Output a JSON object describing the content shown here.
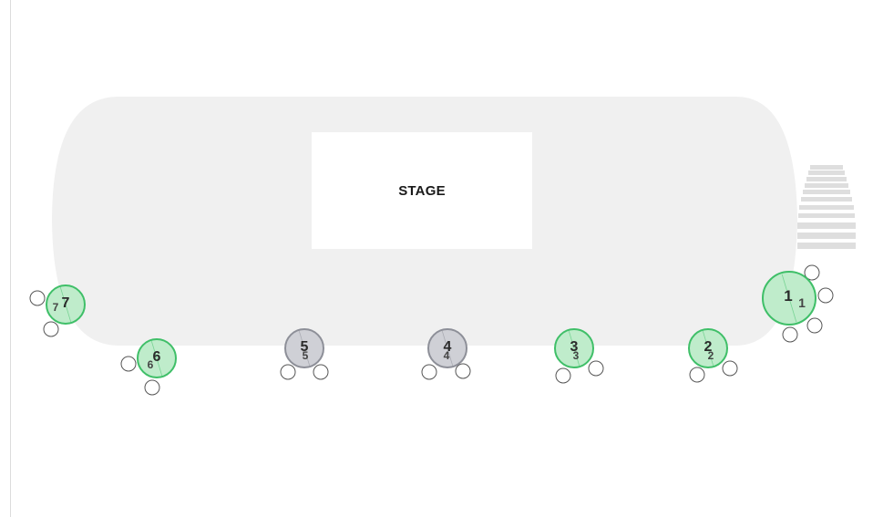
{
  "venue": {
    "stage_label": "STAGE"
  },
  "colors": {
    "floor": "#f0f0f0",
    "stage": "#ffffff",
    "stairs": "#dedede",
    "available_fill": "#bfeccb",
    "available_stroke": "#3fbf68",
    "unavailable_fill": "#cfd0d6",
    "unavailable_stroke": "#8d8f98",
    "seat_fill": "#ffffff",
    "seat_stroke": "#555555"
  },
  "tables": [
    {
      "label": "1",
      "status": "available",
      "seats": 4
    },
    {
      "label": "2",
      "status": "available",
      "seats": 2
    },
    {
      "label": "3",
      "status": "available",
      "seats": 2
    },
    {
      "label": "4",
      "status": "unavailable",
      "seats": 2
    },
    {
      "label": "5",
      "status": "unavailable",
      "seats": 2
    },
    {
      "label": "6",
      "status": "available",
      "seats": 2
    },
    {
      "label": "7",
      "status": "available",
      "seats": 2
    }
  ]
}
